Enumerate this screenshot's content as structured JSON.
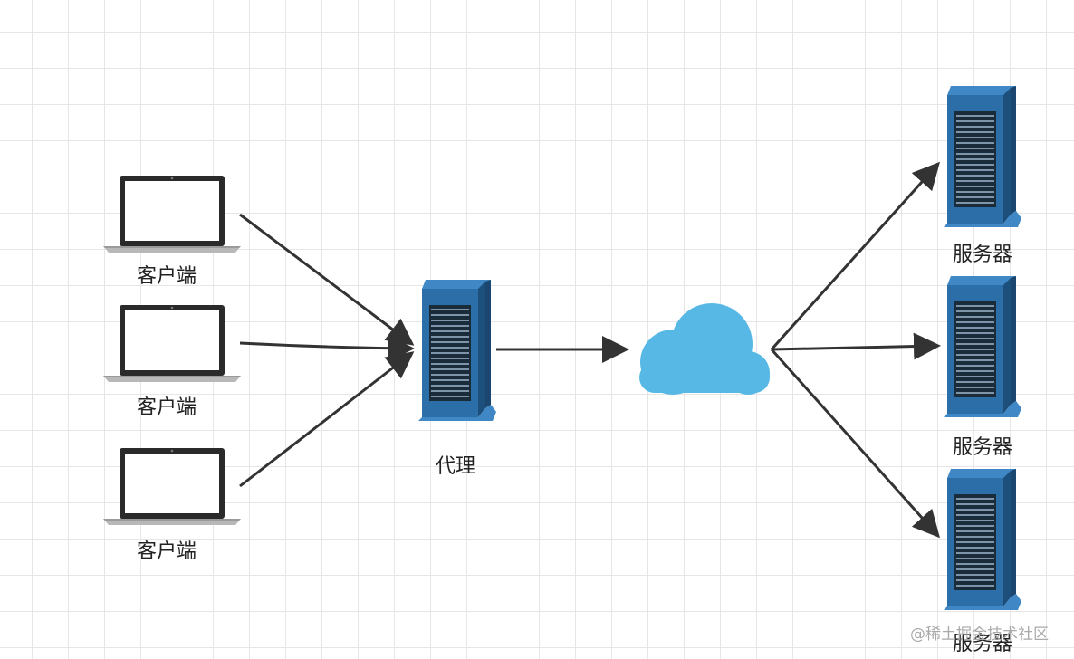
{
  "diagram": {
    "clients": [
      {
        "label": "客户端"
      },
      {
        "label": "客户端"
      },
      {
        "label": "客户端"
      }
    ],
    "proxy": {
      "label": "代理"
    },
    "cloud": {
      "label": ""
    },
    "servers": [
      {
        "label": "服务器"
      },
      {
        "label": "服务器"
      },
      {
        "label": "服务器"
      }
    ]
  },
  "watermark": "@稀土掘金技术社区",
  "colors": {
    "arrow": "#333333",
    "server_front": "#2b6ea8",
    "server_side": "#1d4f7c",
    "cloud": "#57b8e6",
    "laptop_frame": "#2a2a2a"
  }
}
